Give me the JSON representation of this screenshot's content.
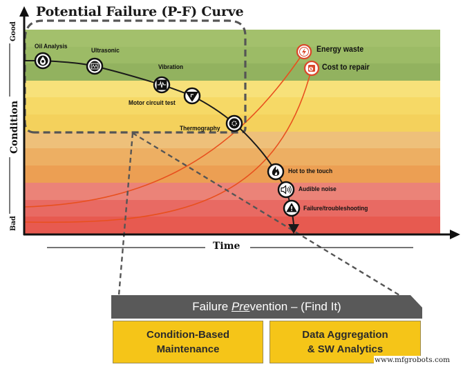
{
  "title": "Potential Failure (P-F) Curve",
  "axes": {
    "y_label": "Condition",
    "y_top": "Good",
    "y_bottom": "Bad",
    "x_label": "Time"
  },
  "bands": [
    {
      "zone": "green",
      "color": "#a3c06c"
    },
    {
      "zone": "green",
      "color": "#9cbb66"
    },
    {
      "zone": "green",
      "color": "#92b25f"
    },
    {
      "zone": "yellow",
      "color": "#f7e17a"
    },
    {
      "zone": "yellow",
      "color": "#f6d966"
    },
    {
      "zone": "yellow",
      "color": "#f4d15c"
    },
    {
      "zone": "orange",
      "color": "#eec07a"
    },
    {
      "zone": "orange",
      "color": "#edaf63"
    },
    {
      "zone": "orange",
      "color": "#ec9f53"
    },
    {
      "zone": "red",
      "color": "#eb8378"
    },
    {
      "zone": "red",
      "color": "#e86a63"
    },
    {
      "zone": "red",
      "color": "#e75a50"
    }
  ],
  "detection_points": [
    {
      "label": "Oil Analysis",
      "icon": "oil-drop-icon"
    },
    {
      "label": "Ultrasonic",
      "icon": "ultrasonic-icon"
    },
    {
      "label": "Vibration",
      "icon": "vibration-icon"
    },
    {
      "label": "Motor circuit test",
      "icon": "motor-circuit-icon"
    },
    {
      "label": "Thermography",
      "icon": "thermography-icon"
    },
    {
      "label": "Hot to the touch",
      "icon": "flame-icon"
    },
    {
      "label": "Audible noise",
      "icon": "speaker-icon"
    },
    {
      "label": "Failure/troubleshooting",
      "icon": "warning-icon"
    }
  ],
  "cost_curves": [
    {
      "label": "Energy waste",
      "icon": "lightning-icon"
    },
    {
      "label": "Cost to repair",
      "icon": "money-icon"
    }
  ],
  "banner": {
    "prefix": "Failure ",
    "emphasis": "Pre",
    "suffix": "vention – (Find It)"
  },
  "boxes": [
    {
      "line1": "Condition-Based",
      "line2": "Maintenance"
    },
    {
      "line1": "Data Aggregation",
      "line2": "& SW Analytics"
    }
  ],
  "colors": {
    "curve": "#1a1a1a",
    "cost_curve": "#e8501e",
    "dash": "#555555",
    "banner_bg": "#595959",
    "box_bg": "#f5c518"
  },
  "watermark": "www.mfgrobots.com"
}
